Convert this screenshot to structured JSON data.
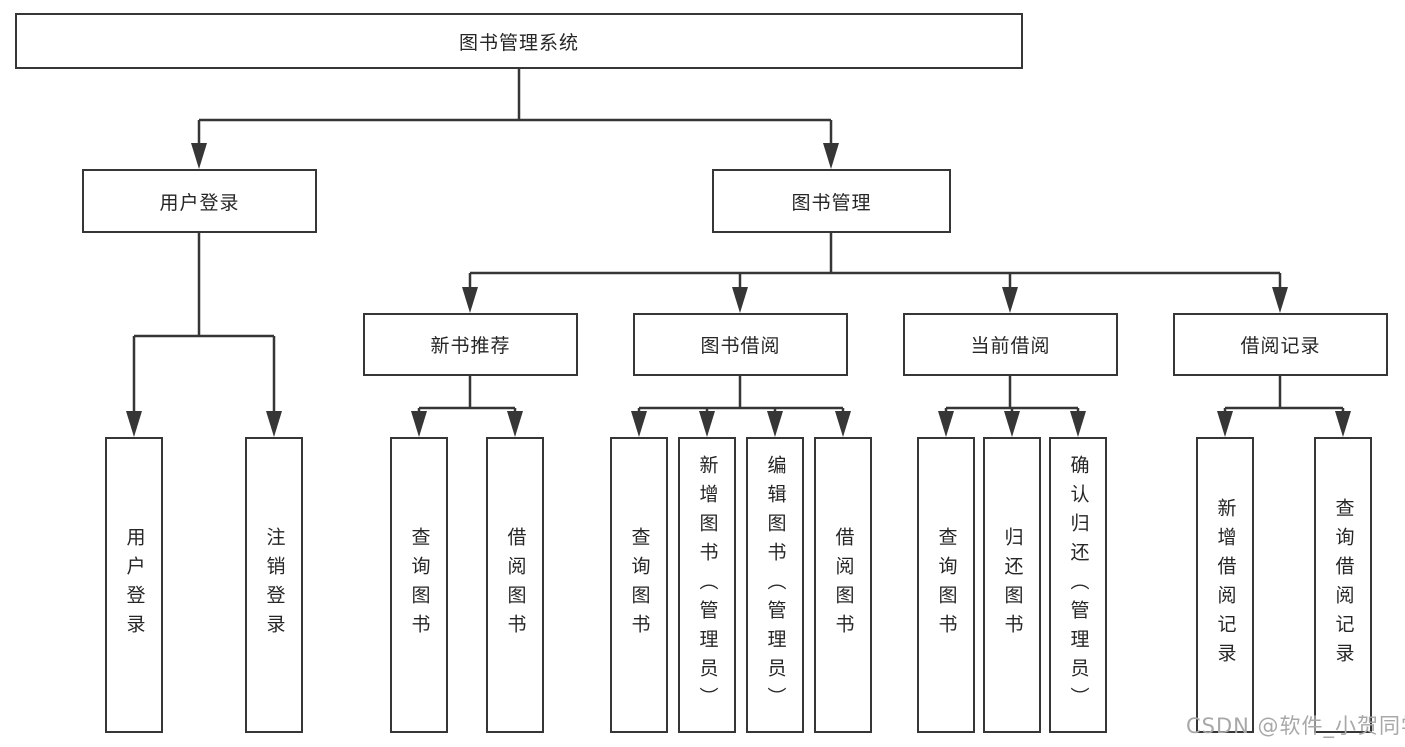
{
  "tree": {
    "label": "图书管理系统",
    "children": [
      {
        "label": "用户登录",
        "children": [
          {
            "label": "用户登录"
          },
          {
            "label": "注销登录"
          }
        ]
      },
      {
        "label": "图书管理",
        "children": [
          {
            "label": "新书推荐",
            "children": [
              {
                "label": "查询图书"
              },
              {
                "label": "借阅图书"
              }
            ]
          },
          {
            "label": "图书借阅",
            "children": [
              {
                "label": "查询图书"
              },
              {
                "label": "新增图书（管理员）"
              },
              {
                "label": "编辑图书（管理员）"
              },
              {
                "label": "借阅图书"
              }
            ]
          },
          {
            "label": "当前借阅",
            "children": [
              {
                "label": "查询图书"
              },
              {
                "label": "归还图书"
              },
              {
                "label": "确认归还（管理员）"
              }
            ]
          },
          {
            "label": "借阅记录",
            "children": [
              {
                "label": "新增借阅记录"
              },
              {
                "label": "查询借阅记录"
              }
            ]
          }
        ]
      }
    ]
  },
  "watermark": "CSDN @软件_小贺同学",
  "colors": {
    "line": "#363636",
    "box_border": "#363636",
    "text": "#262626",
    "watermark": "#a8a8a8",
    "background": "#ffffff"
  }
}
